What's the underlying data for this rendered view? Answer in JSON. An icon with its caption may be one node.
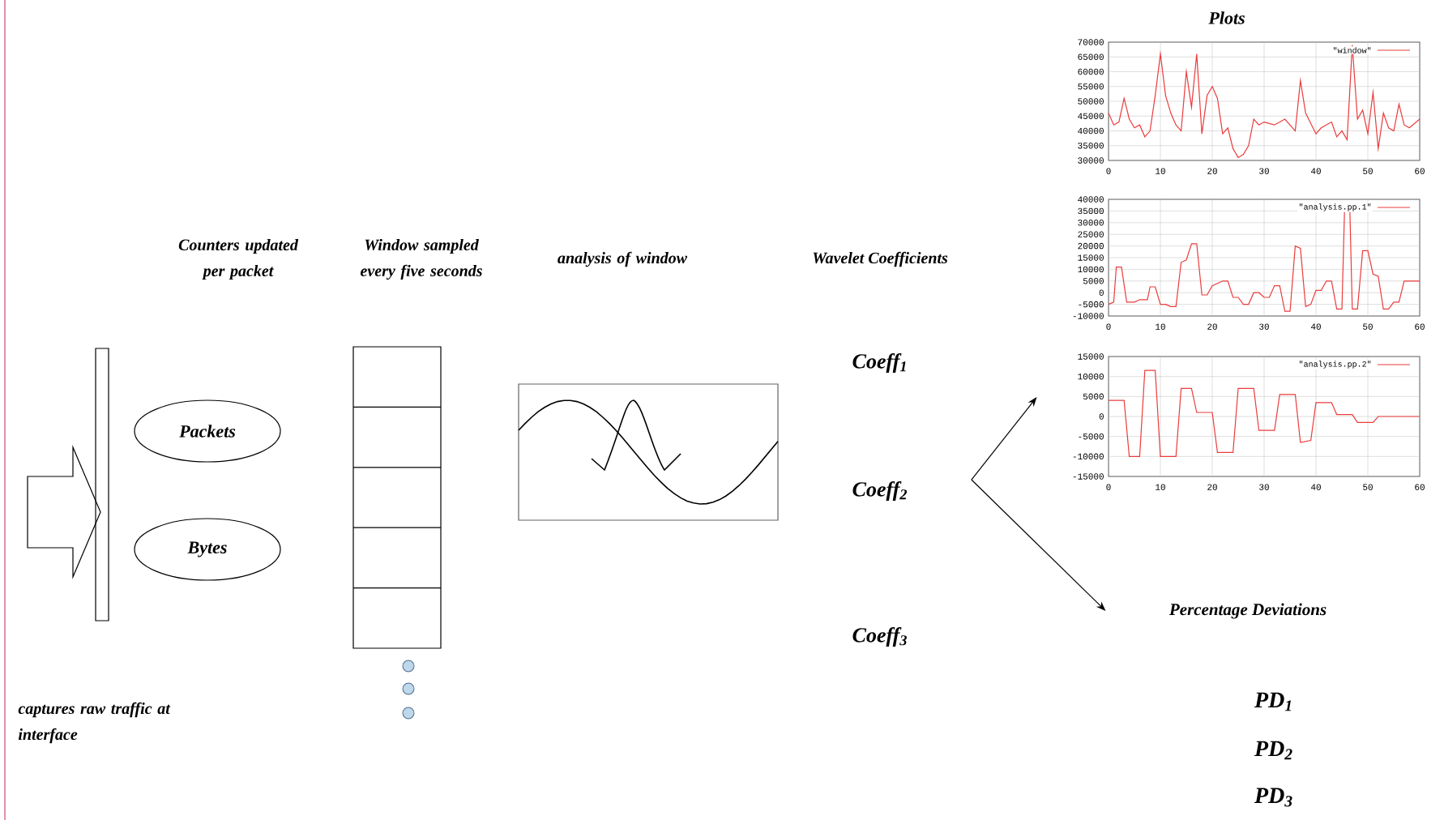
{
  "diagram": {
    "nodes": [
      {
        "text": [],
        "shape": "arrow"
      },
      {
        "text": [],
        "shape": "bar"
      },
      {
        "text": [
          "Packets"
        ]
      },
      {
        "text": [
          "Bytes"
        ]
      },
      {
        "text": [],
        "shape": "box"
      },
      {
        "text": [],
        "shape": "picture"
      },
      {
        "text": [
          "Coeff$_{2}$"
        ]
      },
      {
        "text": [
          "\"window\"",
          "70000",
          "65000",
          "60000",
          "55000",
          "50000",
          "45000",
          "40000",
          "35000",
          "30000",
          "0",
          "10",
          "20",
          "30",
          "40",
          "50",
          "60"
        ]
      },
      {
        "text": [
          "\"analysis.pp.1\"",
          "40000",
          "35000",
          "30000",
          "25000",
          "20000",
          "15000",
          "10000",
          "5000",
          "0",
          "-5000",
          "-10000",
          "0",
          "10",
          "20",
          "30",
          "40",
          "50",
          "60"
        ]
      },
      {
        "text": [
          "\"analysis.pp.2\"",
          "15000",
          "10000",
          "5000",
          "0",
          "-5000",
          "-10000",
          "-15000",
          "0",
          "10",
          "20",
          "30",
          "40",
          "50",
          "60"
        ]
      },
      {
        "text": [
          "Percentage Deviations"
        ]
      }
    ],
    "edges": [
      {
        "from": 6,
        "to": 9,
        "arrow": "to"
      },
      {
        "from": 6,
        "to": 10,
        "arrow": "to"
      }
    ],
    "labels": [
      "Plots",
      "Counters updated per packet",
      "Window sampled every five seconds",
      "analysis of window",
      "Wavelet Coefficients",
      "Coeff$_{1}$",
      "Coeff$_{3}$",
      "captures raw traffic at interface",
      "PD$_{1}$",
      "PD$_{2}$",
      "PD$_{3}$"
    ]
  }
}
